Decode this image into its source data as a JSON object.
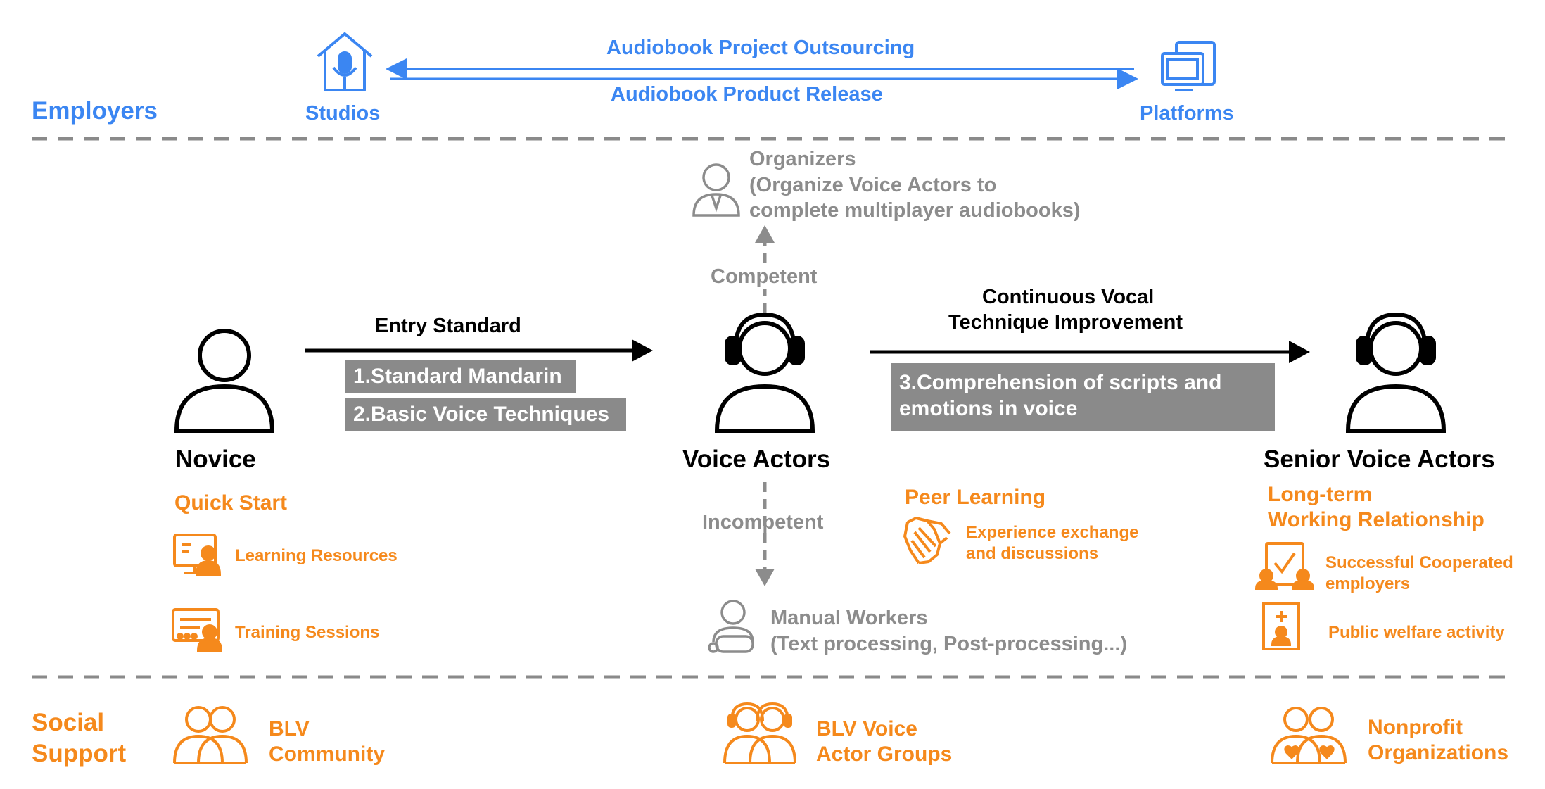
{
  "employers": {
    "label": "Employers",
    "studios": "Studios",
    "platforms": "Platforms",
    "outsourcing": "Audiobook Project Outsourcing",
    "release": "Audiobook Product Release"
  },
  "roles": {
    "novice": "Novice",
    "voice_actors": "Voice Actors",
    "senior": "Senior Voice Actors",
    "organizers_line1": "Organizers",
    "organizers_line2": "(Organize Voice Actors to",
    "organizers_line3": "complete multiplayer audiobooks)",
    "manual_line1": "Manual Workers",
    "manual_line2": "(Text processing, Post-processing...)"
  },
  "transitions": {
    "entry_standard": "Entry Standard",
    "req1": "1.Standard Mandarin",
    "req2": "2.Basic Voice Techniques",
    "continuous_line1": "Continuous Vocal",
    "continuous_line2": "Technique Improvement",
    "req3": "3.Comprehension of scripts and emotions in voice",
    "competent": "Competent",
    "incompetent": "Incompetent"
  },
  "supports": {
    "quick_start": "Quick Start",
    "learning_resources": "Learning Resources",
    "training_sessions": "Training Sessions",
    "peer_learning": "Peer Learning",
    "experience_line1": "Experience exchange",
    "experience_line2": "and discussions",
    "longterm_line1": "Long-term",
    "longterm_line2": "Working Relationship",
    "coop_line1": "Successful Cooperated",
    "coop_line2": "employers",
    "welfare": "Public welfare activity"
  },
  "social": {
    "label_line1": "Social",
    "label_line2": "Support",
    "blv_line1": "BLV",
    "blv_line2": "Community",
    "groups_line1": "BLV Voice",
    "groups_line2": "Actor Groups",
    "nonprofit_line1": "Nonprofit",
    "nonprofit_line2": "Organizations"
  },
  "colors": {
    "blue": "#3b86f2",
    "orange": "#f5891c",
    "gray": "#8c8c8c",
    "box_gray": "#8a8a8a",
    "black": "#000000"
  },
  "icons": [
    "studio-house-mic-icon",
    "platform-monitor-icon",
    "organizer-person-icon",
    "novice-person-icon",
    "voice-actor-headset-icon",
    "senior-headset-icon",
    "manual-worker-icon",
    "learning-resources-icon",
    "training-sessions-icon",
    "peer-handshake-icon",
    "cooperated-employers-icon",
    "public-welfare-icon",
    "blv-community-icon",
    "blv-voice-groups-icon",
    "nonprofit-hearts-icon"
  ]
}
